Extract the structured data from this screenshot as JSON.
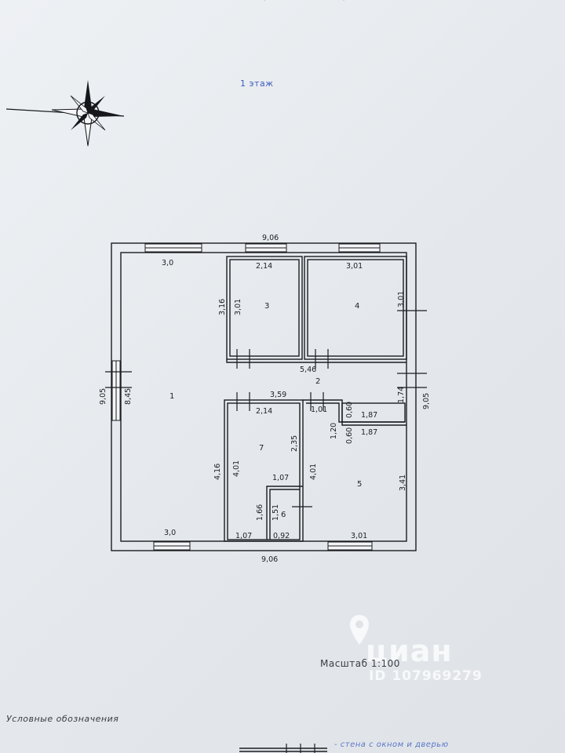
{
  "header": {
    "faded_title": "План этажа (части этажа)"
  },
  "floor": {
    "title": "1 этаж"
  },
  "icons": {
    "compass": "compass-rose-icon",
    "pin": "location-pin-icon"
  },
  "plan": {
    "rooms": [
      {
        "id": "1",
        "label": "1"
      },
      {
        "id": "2",
        "label": "2"
      },
      {
        "id": "3",
        "label": "3"
      },
      {
        "id": "4",
        "label": "4"
      },
      {
        "id": "5",
        "label": "5"
      },
      {
        "id": "6",
        "label": "6"
      },
      {
        "id": "7",
        "label": "7"
      }
    ],
    "dimensions": {
      "top_total": "9,06",
      "bottom_total": "9,06",
      "left_outer": "9,05",
      "left_inner": "8,45",
      "right_outer": "9,05",
      "room1_top": "3,0",
      "room1_bottom": "3,0",
      "room1_right_upper": "3,16",
      "room1_right_lower": "4,16",
      "room3_top": "2,14",
      "room3_left": "3,01",
      "room4_top": "3,01",
      "room4_right": "3,01",
      "corridor_width": "5,46",
      "corridor_right": "1,74",
      "room7_top_span": "3,59",
      "room7_top": "2,14",
      "room7_right": "2,35",
      "room7_left": "4,01",
      "room7_bath_top": "1,07",
      "room7_bath_bottom": "1,07",
      "room7_bath_left": "1,66",
      "room6_left": "1,51",
      "room6_bottom": "0,92",
      "small_1": "1,01",
      "small_2": "0,60",
      "small_3": "1,20",
      "small_4": "0,60",
      "closet_top": "1,87",
      "room5_top": "1,87",
      "room5_left": "4,01",
      "room5_right": "3,41",
      "room5_bottom": "3,01"
    }
  },
  "scale": {
    "label": "Масштаб 1:100"
  },
  "watermark": {
    "brand": "циан",
    "id": "ID 107969279"
  },
  "legend": {
    "title": "Условные обозначения",
    "item": "- стена с окном и дверью"
  }
}
